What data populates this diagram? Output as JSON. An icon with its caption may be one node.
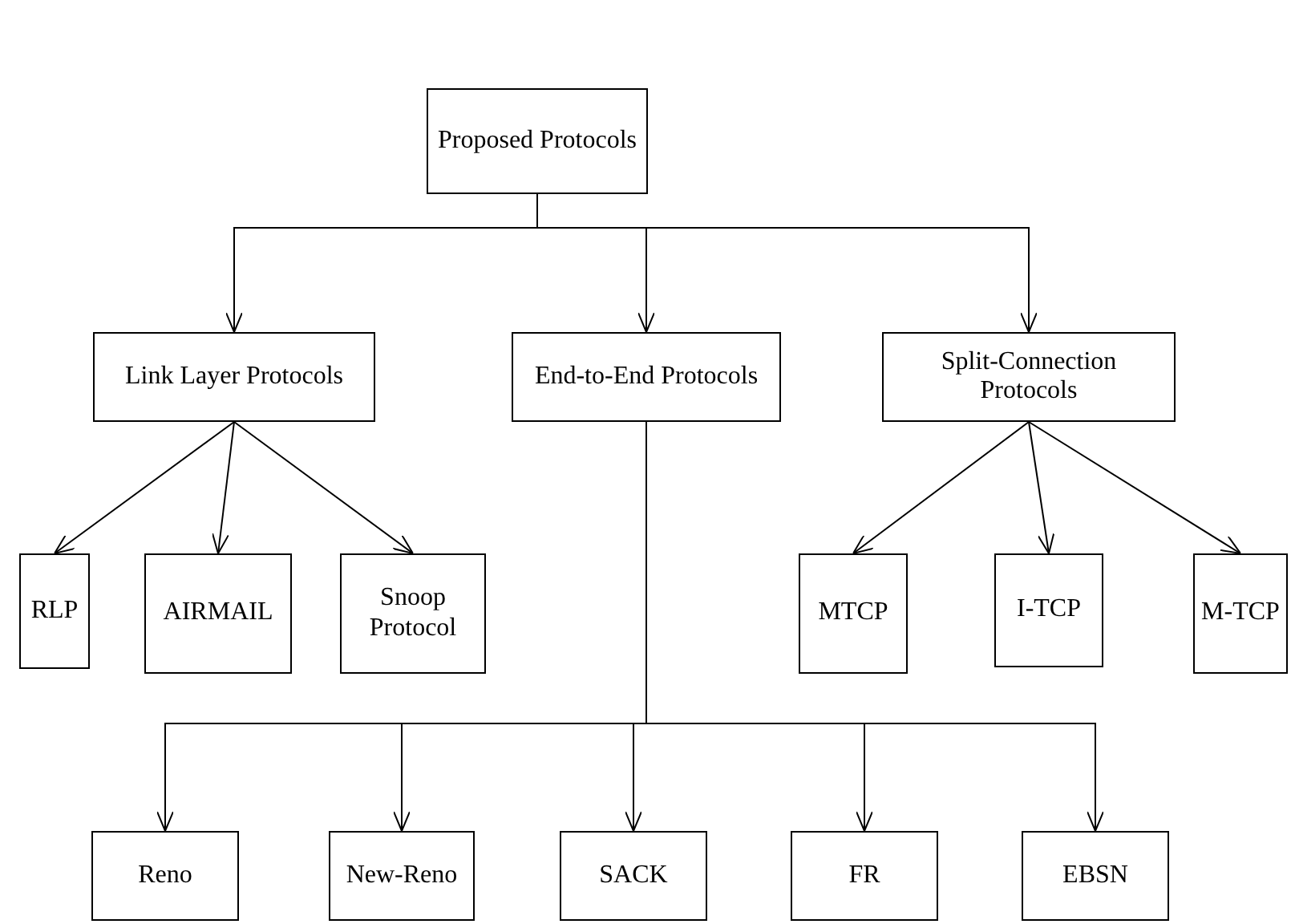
{
  "diagram": {
    "nodes": [
      {
        "text": [
          "Proposed Protocols"
        ]
      },
      {
        "text": [
          "Link Layer Protocols"
        ]
      },
      {
        "text": [
          "End-to-End Protocols"
        ]
      },
      {
        "text": [
          "Split-Connection Protocols"
        ]
      },
      {
        "text": [
          "RLP"
        ]
      },
      {
        "text": [
          "AIRMAIL"
        ]
      },
      {
        "text": [
          "Snoop Protocol"
        ]
      },
      {
        "text": [
          "MTCP"
        ]
      },
      {
        "text": [
          "I-TCP"
        ]
      },
      {
        "text": [
          "M-TCP"
        ]
      },
      {
        "text": [
          "Reno"
        ]
      },
      {
        "text": [
          "New-Reno"
        ]
      },
      {
        "text": [
          "SACK"
        ]
      },
      {
        "text": [
          "FR"
        ]
      },
      {
        "text": [
          "EBSN"
        ]
      }
    ],
    "edges": [
      {
        "from": 0,
        "to": 1,
        "arrow": "to"
      },
      {
        "from": 0,
        "to": 2,
        "arrow": "to"
      },
      {
        "from": 0,
        "to": 3,
        "arrow": "to"
      },
      {
        "from": 1,
        "to": 4,
        "arrow": "to"
      },
      {
        "from": 1,
        "to": 5,
        "arrow": "to"
      },
      {
        "from": 1,
        "to": 6,
        "arrow": "to"
      },
      {
        "from": 3,
        "to": 7,
        "arrow": "to"
      },
      {
        "from": 3,
        "to": 8,
        "arrow": "to"
      },
      {
        "from": 3,
        "to": 9,
        "arrow": "to"
      },
      {
        "from": 2,
        "to": 10,
        "arrow": "to"
      },
      {
        "from": 2,
        "to": 11,
        "arrow": "to"
      },
      {
        "from": 2,
        "to": 12,
        "arrow": "to"
      },
      {
        "from": 2,
        "to": 13,
        "arrow": "to"
      },
      {
        "from": 2,
        "to": 14,
        "arrow": "to"
      }
    ]
  }
}
